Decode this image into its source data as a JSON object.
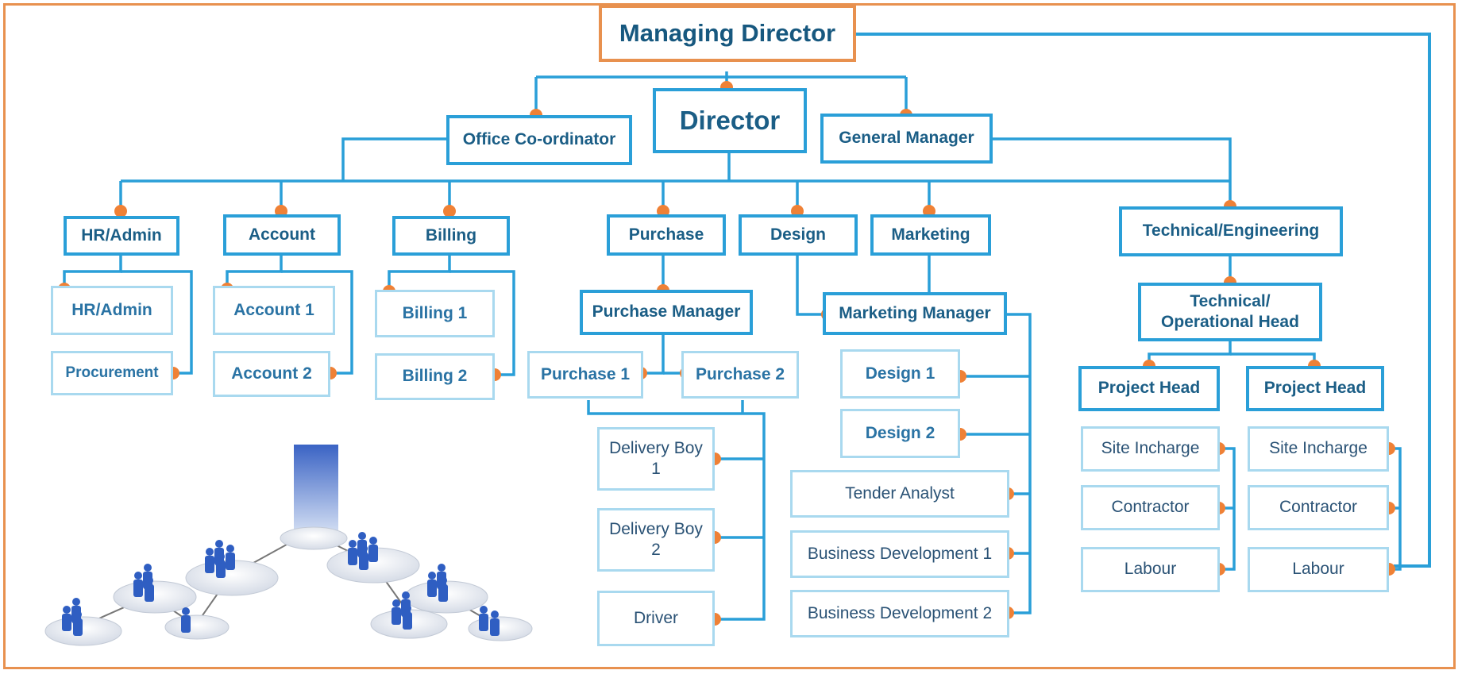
{
  "top": {
    "managing_director": "Managing Director",
    "director": "Director"
  },
  "second": {
    "office_coordinator": "Office Co-ordinator",
    "general_manager": "General Manager"
  },
  "departments": {
    "hr_admin": "HR/Admin",
    "account": "Account",
    "billing": "Billing",
    "purchase": "Purchase",
    "design": "Design",
    "marketing": "Marketing",
    "technical": "Technical/Engineering"
  },
  "hr": {
    "hr_admin": "HR/Admin",
    "procurement": "Procurement"
  },
  "account": {
    "account1": "Account 1",
    "account2": "Account 2"
  },
  "billing": {
    "billing1": "Billing 1",
    "billing2": "Billing 2"
  },
  "purchase": {
    "manager": "Purchase Manager",
    "purchase1": "Purchase 1",
    "purchase2": "Purchase 2",
    "delivery1": "Delivery Boy\n1",
    "delivery2": "Delivery Boy\n2",
    "driver": "Driver"
  },
  "marketing": {
    "manager": "Marketing Manager",
    "design1": "Design 1",
    "design2": "Design 2",
    "tender": "Tender Analyst",
    "bizdev1": "Business Development 1",
    "bizdev2": "Business Development 2"
  },
  "technical": {
    "head": "Technical/\nOperational Head",
    "project_head_1": "Project Head",
    "project_head_2": "Project Head",
    "site_1": "Site Incharge",
    "contractor_1": "Contractor",
    "labour_1": "Labour",
    "site_2": "Site Incharge",
    "contractor_2": "Contractor",
    "labour_2": "Labour"
  },
  "colors": {
    "line": "#2a9fd8",
    "dot": "#ef8136",
    "border_light": "#a9d9ef",
    "frame": "#e8914f",
    "text": "#1b5e86"
  }
}
